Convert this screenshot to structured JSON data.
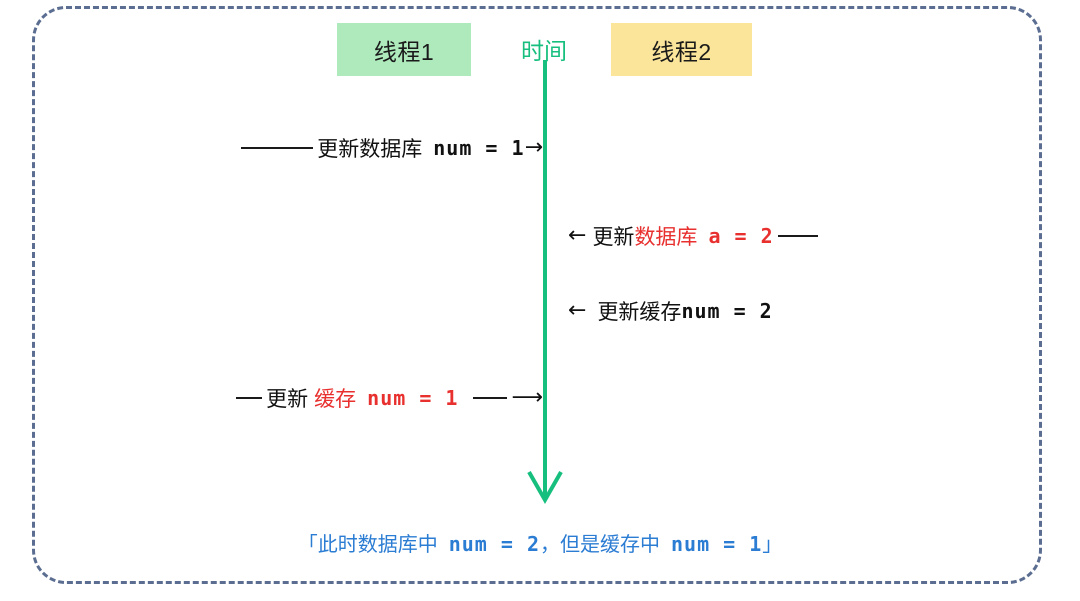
{
  "diagram": {
    "title_boxes": {
      "thread1": {
        "label": "线程1",
        "color": "#aeeabc"
      },
      "thread2": {
        "label": "线程2",
        "color": "#fbe59a"
      }
    },
    "timeline": {
      "label": "时间",
      "color": "#17bf7e",
      "direction": "down"
    },
    "messages": [
      {
        "id": "msg-1",
        "side": "left",
        "direction": "right",
        "prefix_rule": true,
        "arrow_glyph": "→",
        "parts": [
          {
            "text": "更新数据库",
            "color": "#111111",
            "style": "cn"
          },
          {
            "text": "num = 1",
            "color": "#111111",
            "style": "mono"
          }
        ],
        "full_text": "——更新数据库 num = 1→"
      },
      {
        "id": "msg-2",
        "side": "right",
        "direction": "left",
        "suffix_rule": true,
        "arrow_glyph": "←",
        "parts": [
          {
            "text": "更新",
            "color": "#111111",
            "style": "cn"
          },
          {
            "text": "数据库",
            "color": "#e8302f",
            "style": "cn"
          },
          {
            "text": "a = 2",
            "color": "#e8302f",
            "style": "mono"
          }
        ],
        "full_text": "← 更新数据库 a = 2 ——"
      },
      {
        "id": "msg-3",
        "side": "right",
        "direction": "left",
        "suffix_rule": false,
        "arrow_glyph": "←",
        "parts": [
          {
            "text": "更新缓存",
            "color": "#111111",
            "style": "cn"
          },
          {
            "text": "num = 2",
            "color": "#111111",
            "style": "mono"
          }
        ],
        "full_text": "← 更新缓存num = 2"
      },
      {
        "id": "msg-4",
        "side": "left",
        "direction": "right",
        "prefix_rule": true,
        "arrow_glyph": "⟶",
        "parts": [
          {
            "text": "更新",
            "color": "#111111",
            "style": "cn"
          },
          {
            "text": "缓存",
            "color": "#e8302f",
            "style": "cn"
          },
          {
            "text": "num = 1",
            "color": "#e8302f",
            "style": "mono"
          }
        ],
        "full_text": "— 更新 缓存 num = 1 ⟶"
      }
    ],
    "caption": {
      "open_quote": "「",
      "part1_cn": "此时数据库中",
      "part1_mono": "num = 2",
      "comma": "，",
      "part2_cn": "但是缓存中",
      "part2_mono": "num = 1",
      "close_quote": "」",
      "color": "#2b7cd3",
      "full_text": "「此时数据库中 num = 2，但是缓存中 num = 1」"
    },
    "frame": {
      "border_color": "#5b6e91",
      "style": "dashed"
    }
  }
}
